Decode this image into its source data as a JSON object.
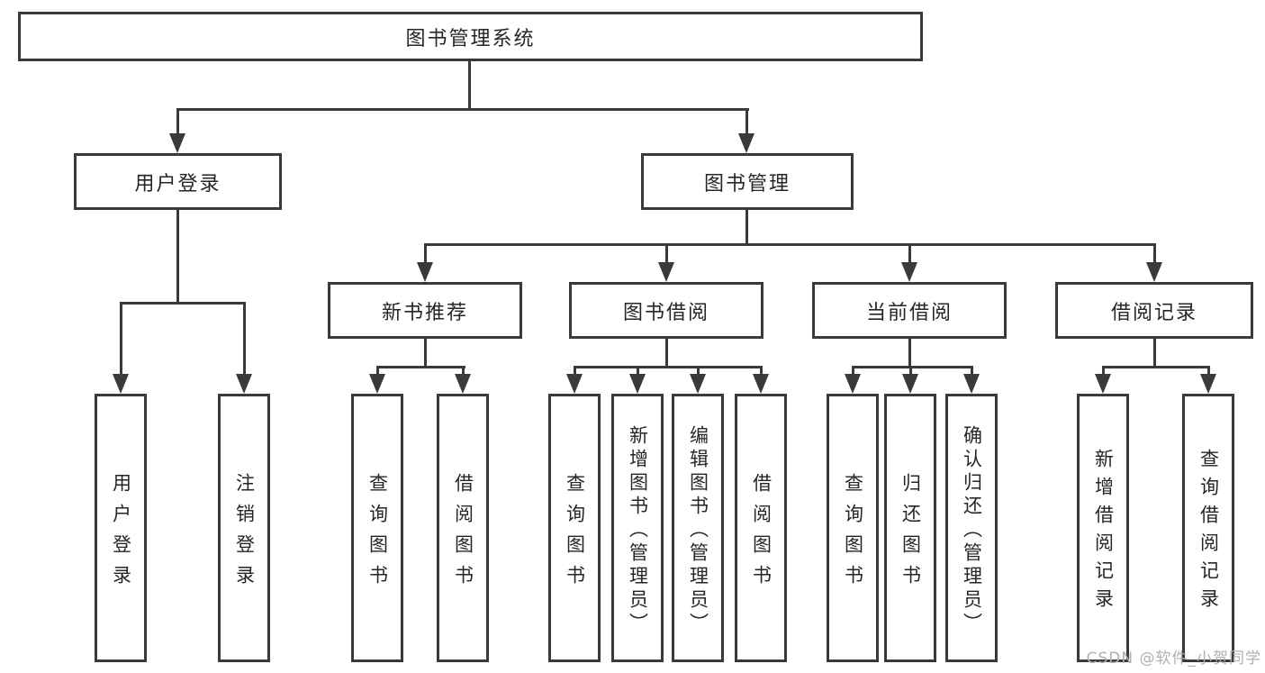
{
  "tree": {
    "root": {
      "label": "图书管理系统"
    },
    "children": [
      {
        "label": "用户登录",
        "children": [
          {
            "label": "用户登录"
          },
          {
            "label": "注销登录"
          }
        ]
      },
      {
        "label": "图书管理",
        "children": [
          {
            "label": "新书推荐",
            "children": [
              {
                "label": "查询图书"
              },
              {
                "label": "借阅图书"
              }
            ]
          },
          {
            "label": "图书借阅",
            "children": [
              {
                "label": "查询图书"
              },
              {
                "label": "新增图书（管理员）"
              },
              {
                "label": "编辑图书（管理员）"
              },
              {
                "label": "借阅图书"
              }
            ]
          },
          {
            "label": "当前借阅",
            "children": [
              {
                "label": "查询图书"
              },
              {
                "label": "归还图书"
              },
              {
                "label": "确认归还（管理员）"
              }
            ]
          },
          {
            "label": "借阅记录",
            "children": [
              {
                "label": "新增借阅记录"
              },
              {
                "label": "查询借阅记录"
              }
            ]
          }
        ]
      }
    ]
  },
  "watermark": {
    "text": "CSDN @软件_小贺同学"
  },
  "colors": {
    "line": "#3a3a3a",
    "text": "#262626",
    "watermark": "#b0b0b0",
    "background": "#ffffff"
  }
}
